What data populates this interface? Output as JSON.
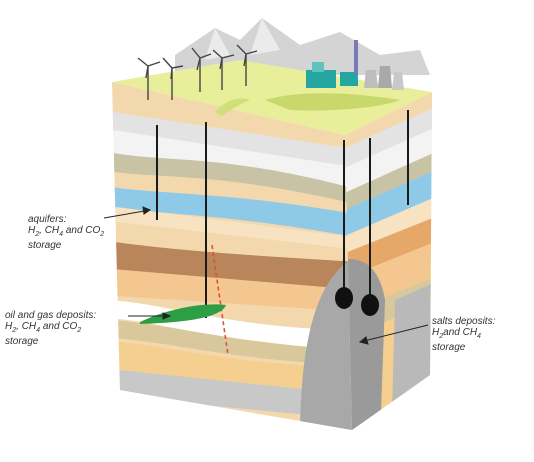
{
  "labels": {
    "aquifers": {
      "line1": "aquifers:",
      "line2_parts": [
        "H",
        "2",
        ", CH",
        "4",
        " and CO",
        "2"
      ],
      "line3": "storage"
    },
    "oil_gas": {
      "line1": "oil and gas deposits:",
      "line2_parts": [
        "H",
        "2",
        ", CH",
        "4",
        " and CO",
        "2"
      ],
      "line3": "storage"
    },
    "salts": {
      "line1": "salts deposits:",
      "line2_parts": [
        "H",
        "2",
        "and  CH",
        "4"
      ],
      "line3": "storage"
    }
  },
  "colors": {
    "surface": "#e8ee9a",
    "aquifer": "#8ec9e8",
    "salt_dome": "#a8a8a8",
    "oil_gas_deposit": "#2e9e44",
    "fault": "#d9533a",
    "mountain": "#cfcfcf",
    "plant": "#26a6a0"
  },
  "icons": [
    "wind-turbine-icon",
    "power-plant-icon",
    "mountain-icon",
    "well-icon",
    "salt-cavern-icon"
  ]
}
